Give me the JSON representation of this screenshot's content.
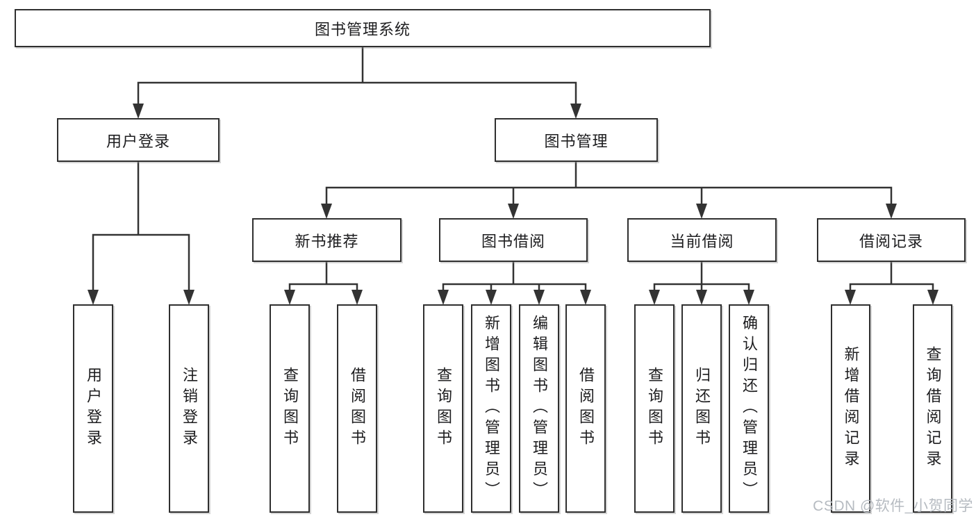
{
  "tree": {
    "root": {
      "label": "图书管理系统",
      "children": [
        {
          "label": "用户登录",
          "children": [
            {
              "label": "用户登录"
            },
            {
              "label": "注销登录"
            }
          ]
        },
        {
          "label": "图书管理",
          "children": [
            {
              "label": "新书推荐",
              "children": [
                {
                  "label": "查询图书"
                },
                {
                  "label": "借阅图书"
                }
              ]
            },
            {
              "label": "图书借阅",
              "children": [
                {
                  "label": "查询图书"
                },
                {
                  "label": "新增图书（管理员）"
                },
                {
                  "label": "编辑图书（管理员）"
                },
                {
                  "label": "借阅图书"
                }
              ]
            },
            {
              "label": "当前借阅",
              "children": [
                {
                  "label": "查询图书"
                },
                {
                  "label": "归还图书"
                },
                {
                  "label": "确认归还（管理员）"
                }
              ]
            },
            {
              "label": "借阅记录",
              "children": [
                {
                  "label": "新增借阅记录"
                },
                {
                  "label": "查询借阅记录"
                }
              ]
            }
          ]
        }
      ]
    }
  },
  "watermark": "CSDN @软件_小贺同学",
  "colors": {
    "line": "#333333",
    "box_border": "#2f2f2f",
    "box_background": "#ffffff",
    "text": "#1d1d1f",
    "watermark": "#b2b7be"
  }
}
